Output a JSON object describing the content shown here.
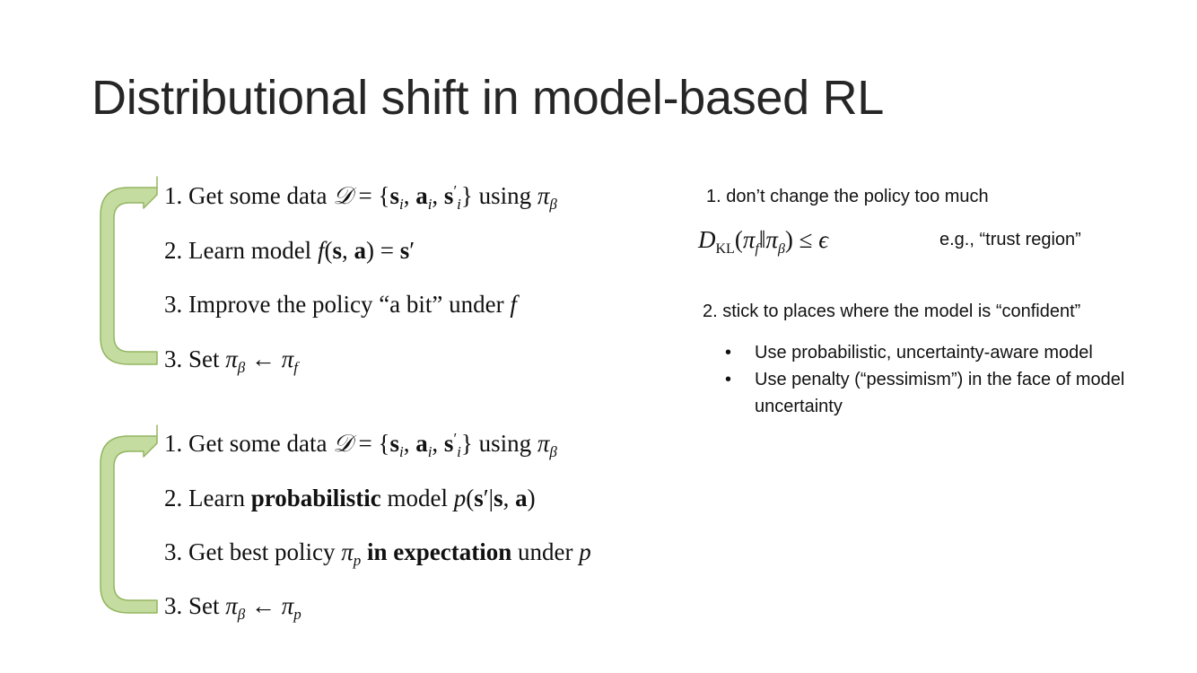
{
  "title": "Distributional shift in model-based RL",
  "loop1": {
    "step1": {
      "num": "1.",
      "text": "Get some data",
      "using": "using"
    },
    "step2": {
      "num": "2.",
      "text": "Learn model"
    },
    "step3": {
      "num": "3.",
      "text": "Improve the policy “a bit” under"
    },
    "step4": {
      "num": "3.",
      "text": "Set"
    }
  },
  "loop2": {
    "step1": {
      "num": "1.",
      "text": "Get some data",
      "using": "using"
    },
    "step2": {
      "num": "2.",
      "pre": "Learn",
      "bold": "probabilistic",
      "post": "model"
    },
    "step3": {
      "num": "3.",
      "pre": "Get best policy",
      "bold": "in expectation",
      "post": "under"
    },
    "step4": {
      "num": "3.",
      "text": "Set"
    }
  },
  "right": {
    "item1": "1. don’t change the policy too much",
    "note": "e.g., “trust region”",
    "item2": "2. stick to places where the model is “confident”",
    "bullets": [
      "Use probabilistic, uncertainty-aware model",
      "Use penalty (“pessimism”) in the face of model uncertainty"
    ],
    "bullet_glyph": "•"
  },
  "colors": {
    "arrow_fill": "#c5dca0",
    "arrow_stroke": "#93b560"
  }
}
